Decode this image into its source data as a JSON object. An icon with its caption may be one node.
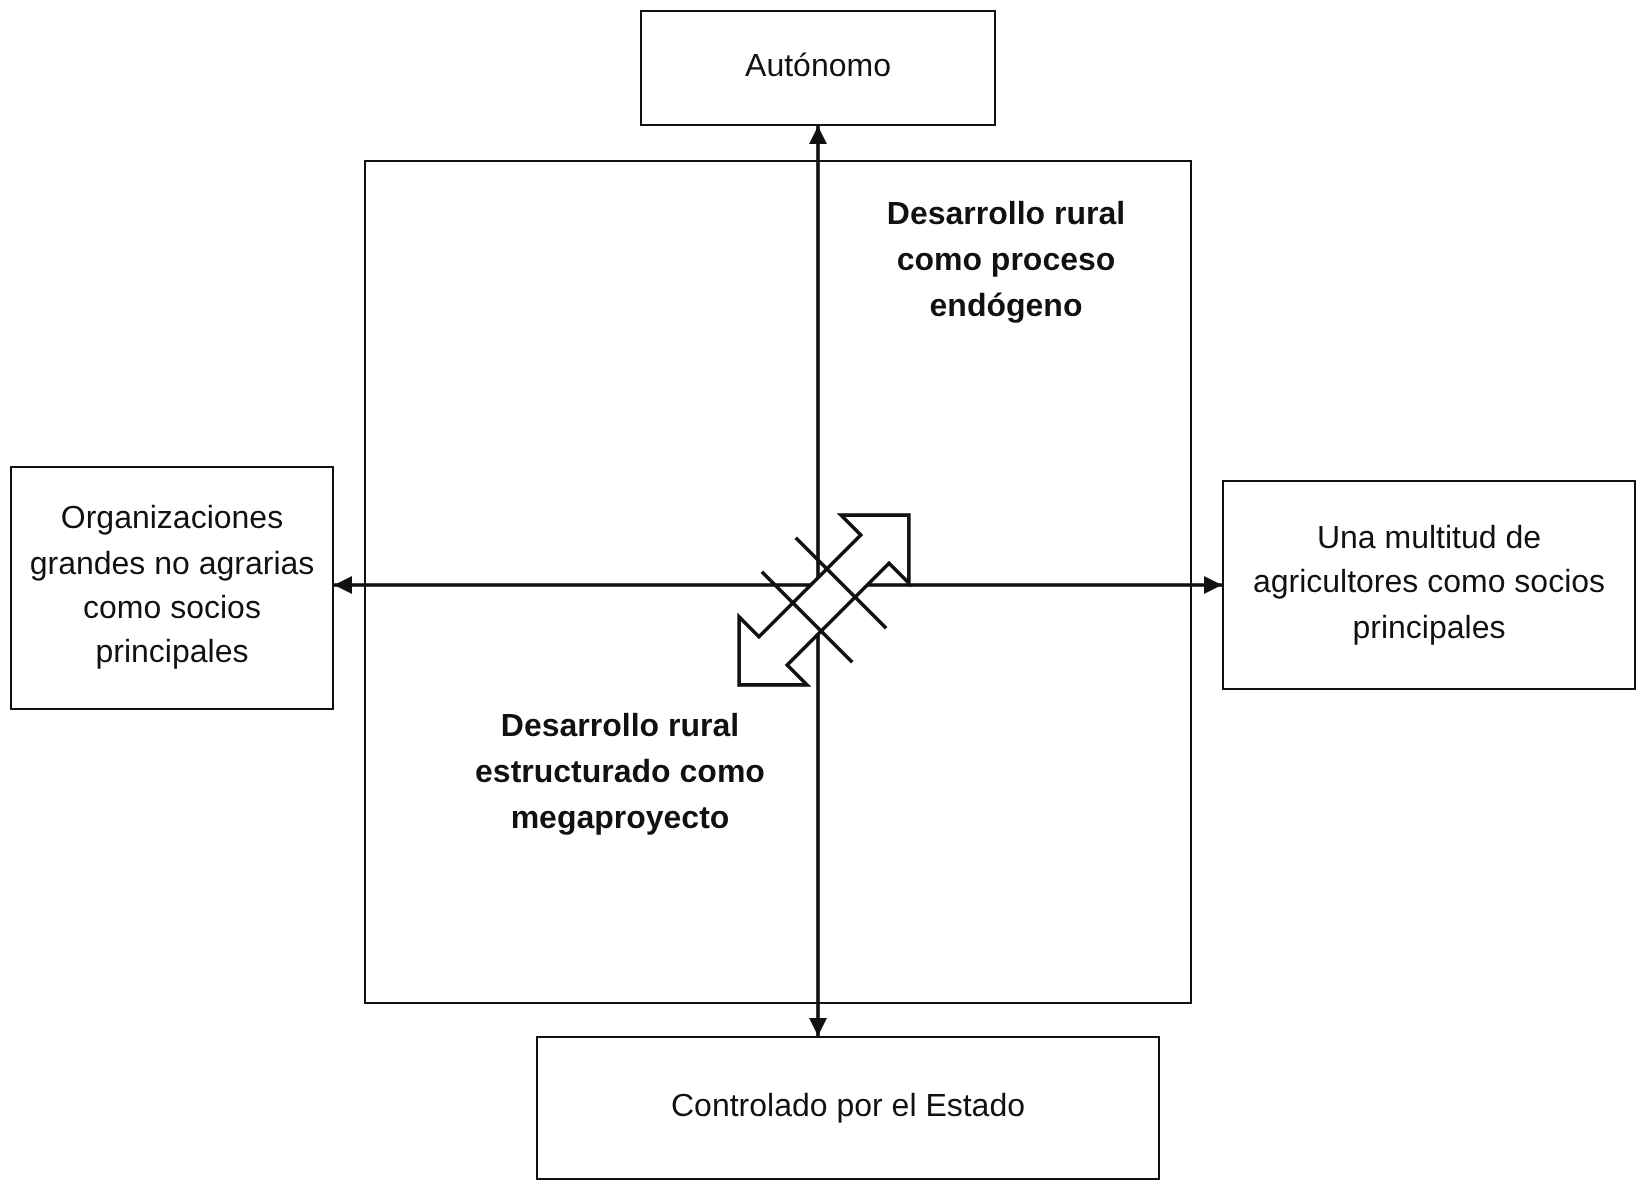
{
  "diagram": {
    "nodes": [
      {
        "text": [
          "Autónomo"
        ]
      },
      {
        "text": [
          "Desarrollo rural como proceso endógeno"
        ]
      },
      {
        "text": [
          "Desarrollo rural estructurado como megaproyecto"
        ]
      },
      {
        "text": [
          "Organizaciones grandes no agrarias como socios principales"
        ]
      },
      {
        "text": [
          "Una multitud de agricultores como socios principales"
        ]
      },
      {
        "text": [
          "Controlado por el Estado"
        ]
      }
    ],
    "edges": [
      {
        "from": 5,
        "to": 0,
        "arrow": "both"
      },
      {
        "from": 3,
        "to": 4,
        "arrow": "both"
      }
    ]
  }
}
